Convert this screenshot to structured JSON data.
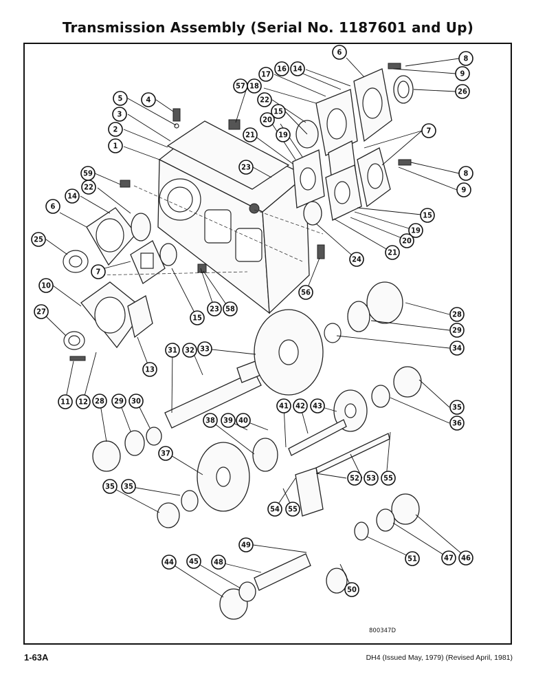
{
  "page": {
    "title": "Transmission Assembly (Serial No. 1187601 and Up)",
    "page_number": "1-63A",
    "publication": "DH4 (Issued May, 1979) (Revised April, 1981)",
    "drawing_number": "800347D"
  },
  "callouts": [
    "1",
    "2",
    "3",
    "4",
    "5",
    "6",
    "7",
    "8",
    "9",
    "10",
    "11",
    "12",
    "13",
    "14",
    "15",
    "16",
    "17",
    "18",
    "19",
    "20",
    "21",
    "22",
    "23",
    "24",
    "25",
    "26",
    "27",
    "28",
    "29",
    "30",
    "31",
    "32",
    "33",
    "34",
    "35",
    "36",
    "37",
    "38",
    "39",
    "40",
    "41",
    "42",
    "43",
    "44",
    "45",
    "46",
    "47",
    "48",
    "49",
    "50",
    "51",
    "52",
    "53",
    "54",
    "55",
    "56",
    "57",
    "58",
    "59"
  ]
}
